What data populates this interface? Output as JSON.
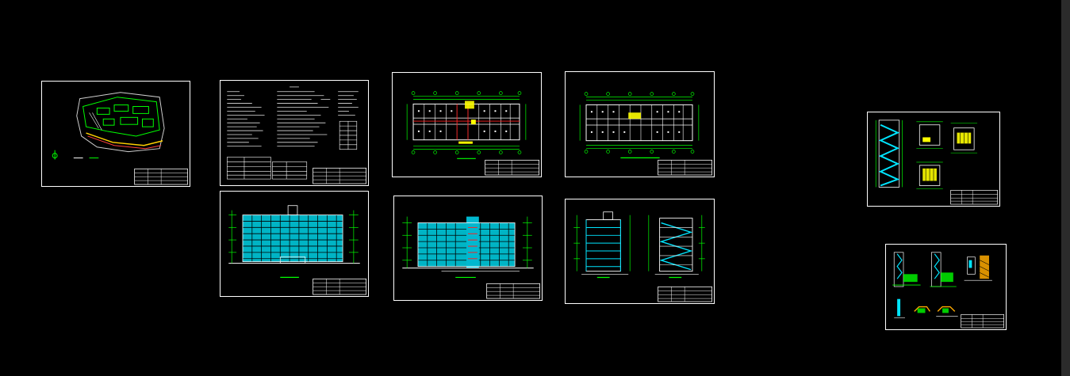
{
  "viewport": {
    "background": "#000000",
    "scrollbar_color": "#2b2b2b"
  },
  "palette": {
    "frame": "#ffffff",
    "cyan": "#00e5ff",
    "green": "#00ff00",
    "yellow": "#ffff00",
    "red": "#ff2020",
    "magenta": "#ff00ff"
  },
  "sheets": [
    {
      "id": "site-plan",
      "kind": "site-plan-drawing"
    },
    {
      "id": "design-notes",
      "kind": "text-notes-drawing"
    },
    {
      "id": "floor-plan-1",
      "kind": "floor-plan-drawing"
    },
    {
      "id": "floor-plan-2",
      "kind": "floor-plan-drawing"
    },
    {
      "id": "elevation-front",
      "kind": "elevation-drawing"
    },
    {
      "id": "elevation-rear",
      "kind": "elevation-drawing"
    },
    {
      "id": "section",
      "kind": "section-drawing"
    },
    {
      "id": "stair-detail",
      "kind": "stair-detail-drawing"
    },
    {
      "id": "wall-detail",
      "kind": "wall-detail-drawing"
    }
  ]
}
